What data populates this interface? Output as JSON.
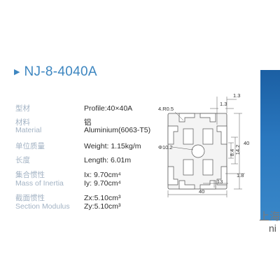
{
  "header": {
    "title": "NJ-8-4040A"
  },
  "specs": {
    "profile": {
      "label": "型材",
      "value": "Profile:40×40A"
    },
    "material": {
      "label_cn": "材料",
      "label_en": "Material",
      "value_cn": "铝",
      "value": "Aluminium(6063-T5)"
    },
    "weight": {
      "label": "单位质量",
      "value": "Weight: 1.15kg/m"
    },
    "length": {
      "label": "长度",
      "value": "Length: 6.01m"
    },
    "inertia": {
      "label_cn": "集合惯性",
      "label_en": "Mass of Inertia",
      "ix": "Ix: 9.70cm⁴",
      "iy": "Iy: 9.70cm⁴"
    },
    "modulus": {
      "label_cn": "截面惯性",
      "label_en": "Section Modulus",
      "zx": "Zx:5.10cm³",
      "zy": "Zy:5.10cm³"
    }
  },
  "drawing": {
    "radius_label": "4.R0.5",
    "dim_top_1": "1.3",
    "dim_top_2": "1.3",
    "dim_diameter": "Φ10.2",
    "dim_8_4": "8.4",
    "dim_14_2": "14.2",
    "dim_40_side": "40",
    "dim_1_8": "1.8",
    "dim_13": "13",
    "dim_40_bottom": "40"
  },
  "side": {
    "text_1": "上海",
    "text_2": "ni"
  }
}
